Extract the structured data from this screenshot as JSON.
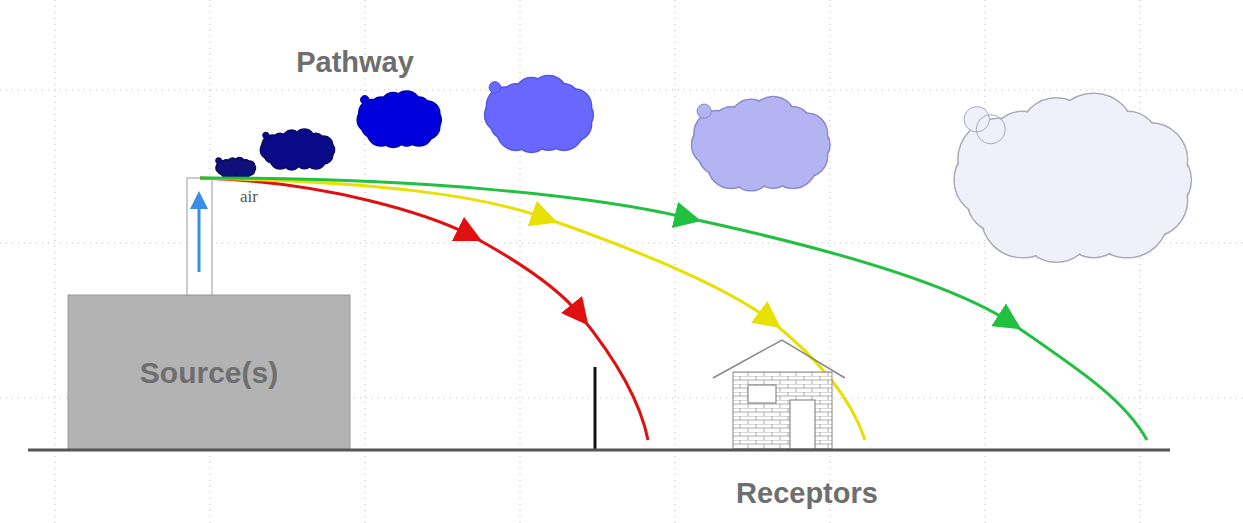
{
  "diagram": {
    "nodes": [
      {
        "text": [
          "Source(s)"
        ]
      }
    ],
    "labels": [
      "Pathway",
      "air",
      "Receptors"
    ]
  }
}
